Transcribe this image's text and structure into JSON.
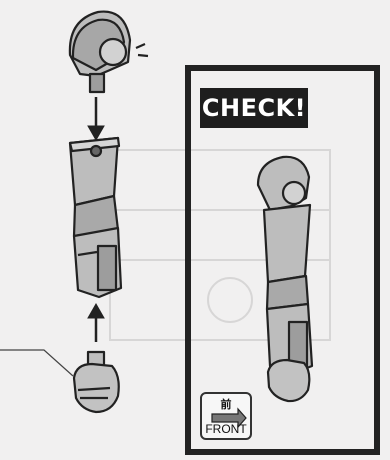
{
  "check_panel": {
    "badge_text": "CHECK!",
    "front_kanji": "前",
    "front_label": "FRONT"
  },
  "colors": {
    "part": "#bdbdbd",
    "part_dark": "#8f8f8f",
    "outline": "#222222",
    "badge": "#1e1e1e"
  }
}
